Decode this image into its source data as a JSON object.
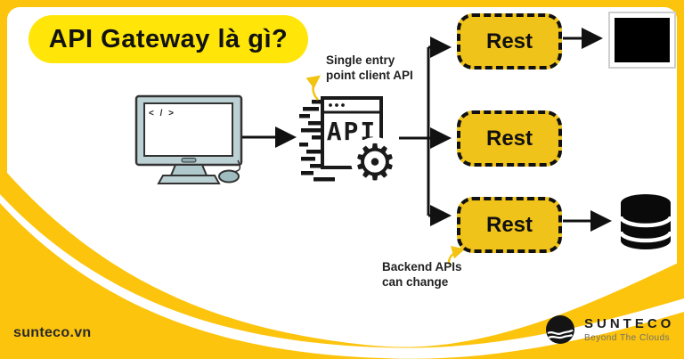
{
  "title": "API Gateway là gì?",
  "client": {
    "screen_code": "< / >"
  },
  "gateway": {
    "window_label": "API"
  },
  "annotations": {
    "single_entry_line1": "Single entry",
    "single_entry_line2": "point client API",
    "backend_line1": "Backend APIs",
    "backend_line2": "can change"
  },
  "rest": {
    "boxes": [
      {
        "label": "Rest"
      },
      {
        "label": "Rest"
      },
      {
        "label": "Rest"
      }
    ]
  },
  "footer": {
    "site": "sunteco.vn",
    "brand": "SUNTECO",
    "tagline": "Beyond The Clouds"
  },
  "icons": {
    "gear": "⚙"
  },
  "colors": {
    "frame_yellow": "#FCC40D",
    "pill_yellow": "#FFE608",
    "rest_yellow": "#F0C31A",
    "accent_arrow_yellow": "#F3C311",
    "ink": "#111111",
    "monitor_body": "#BCD1D4"
  }
}
